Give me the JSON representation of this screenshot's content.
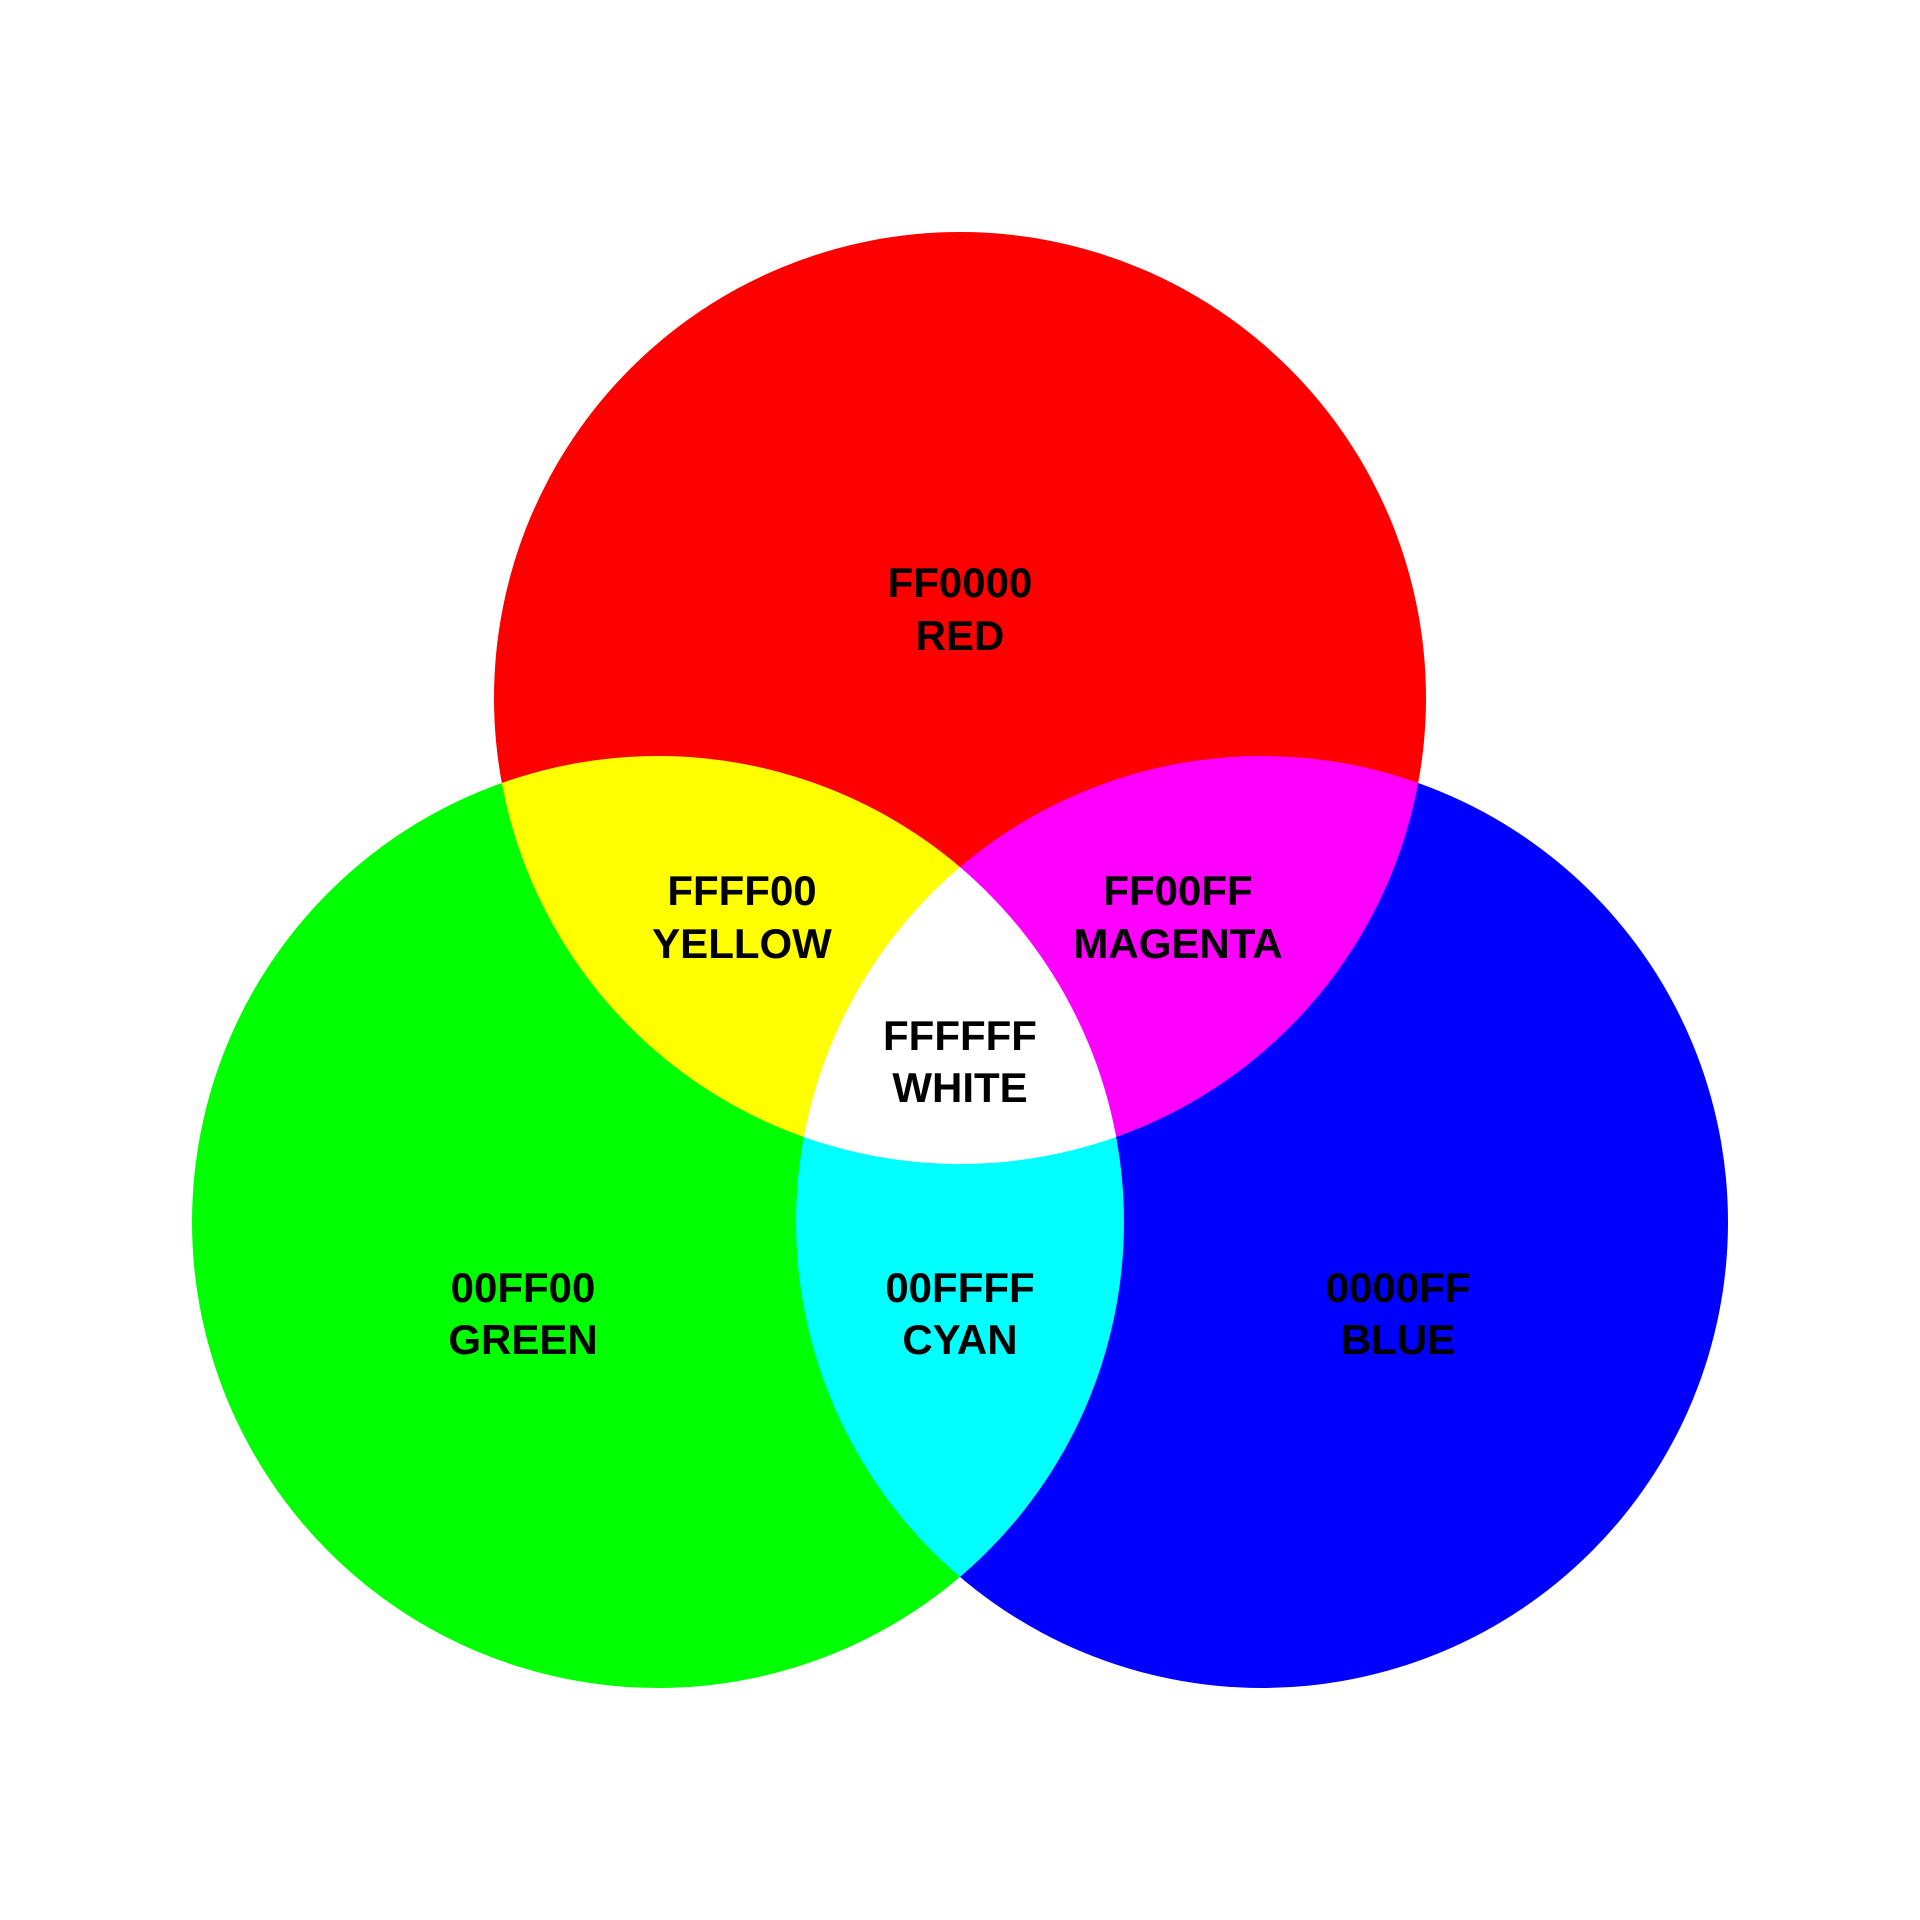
{
  "regions": {
    "red": {
      "hex": "FF0000",
      "name": "RED",
      "color": "#ff0000"
    },
    "green": {
      "hex": "00FF00",
      "name": "GREEN",
      "color": "#00ff00"
    },
    "blue": {
      "hex": "0000FF",
      "name": "BLUE",
      "color": "#0000ff"
    },
    "yellow": {
      "hex": "FFFF00",
      "name": "YELLOW",
      "color": "#ffff00"
    },
    "magenta": {
      "hex": "FF00FF",
      "name": "MAGENTA",
      "color": "#ff00ff"
    },
    "cyan": {
      "hex": "00FFFF",
      "name": "CYAN",
      "color": "#00ffff"
    },
    "white": {
      "hex": "FFFFFF",
      "name": "WHITE",
      "color": "#ffffff"
    }
  }
}
